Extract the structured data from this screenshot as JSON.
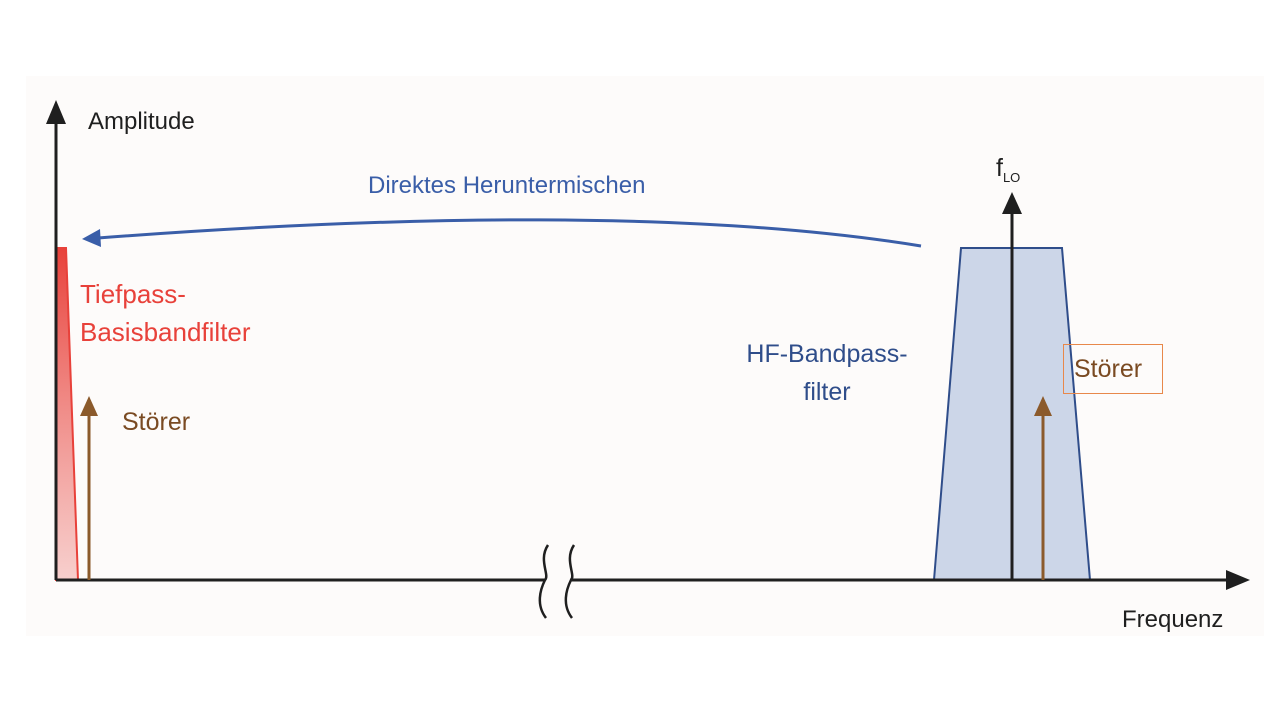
{
  "labels": {
    "y_axis": "Amplitude",
    "x_axis": "Frequenz",
    "mixing": "Direktes Heruntermischen",
    "lowpass_line1": "Tiefpass-",
    "lowpass_line2": "Basisbandfilter",
    "interferer_left": "Störer",
    "hf_line1": "HF-Bandpass-",
    "hf_line2": "filter",
    "interferer_right": "Störer",
    "lo_main": "f",
    "lo_sub": "LO"
  },
  "colors": {
    "axis": "#1f1f1f",
    "mixing_arrow": "#3a5ea8",
    "lowpass": "#e8413a",
    "lowpass_fill": "#f6c4c2",
    "bandpass_stroke": "#2f4d8a",
    "bandpass_fill": "#ccd6e8",
    "interferer": "#8b5a2b",
    "highlight_box": "#e8884a"
  }
}
